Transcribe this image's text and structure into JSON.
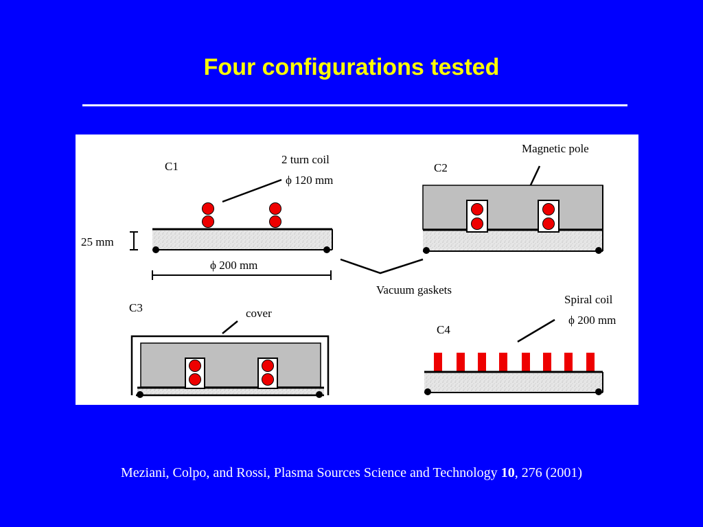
{
  "slide": {
    "title": "Four configurations tested"
  },
  "diagram": {
    "labels": {
      "c1": "C1",
      "c2": "C2",
      "c3": "C3",
      "c4": "C4",
      "coil_2turn_line1": "2 turn coil",
      "coil_2turn_line2": "ϕ 120 mm",
      "height_25mm": "25 mm",
      "diameter_200mm": "ϕ 200 mm",
      "vacuum_gaskets": "Vacuum gaskets",
      "magnetic_pole": "Magnetic pole",
      "cover": "cover",
      "spiral_coil_line1": "Spiral coil",
      "spiral_coil_line2": "ϕ 200 mm"
    }
  },
  "citation": {
    "authors_journal": "Meziani, Colpo, and Rossi, Plasma Sources Science and Technology ",
    "volume": "10",
    "pages_year": ", 276 (2001)"
  },
  "colors": {
    "background": "#0000FF",
    "title": "#FFFF00",
    "coil_red": "#EE0000",
    "pole_gray": "#BFBFBF",
    "dielectric_gray": "#E2E2E2"
  }
}
